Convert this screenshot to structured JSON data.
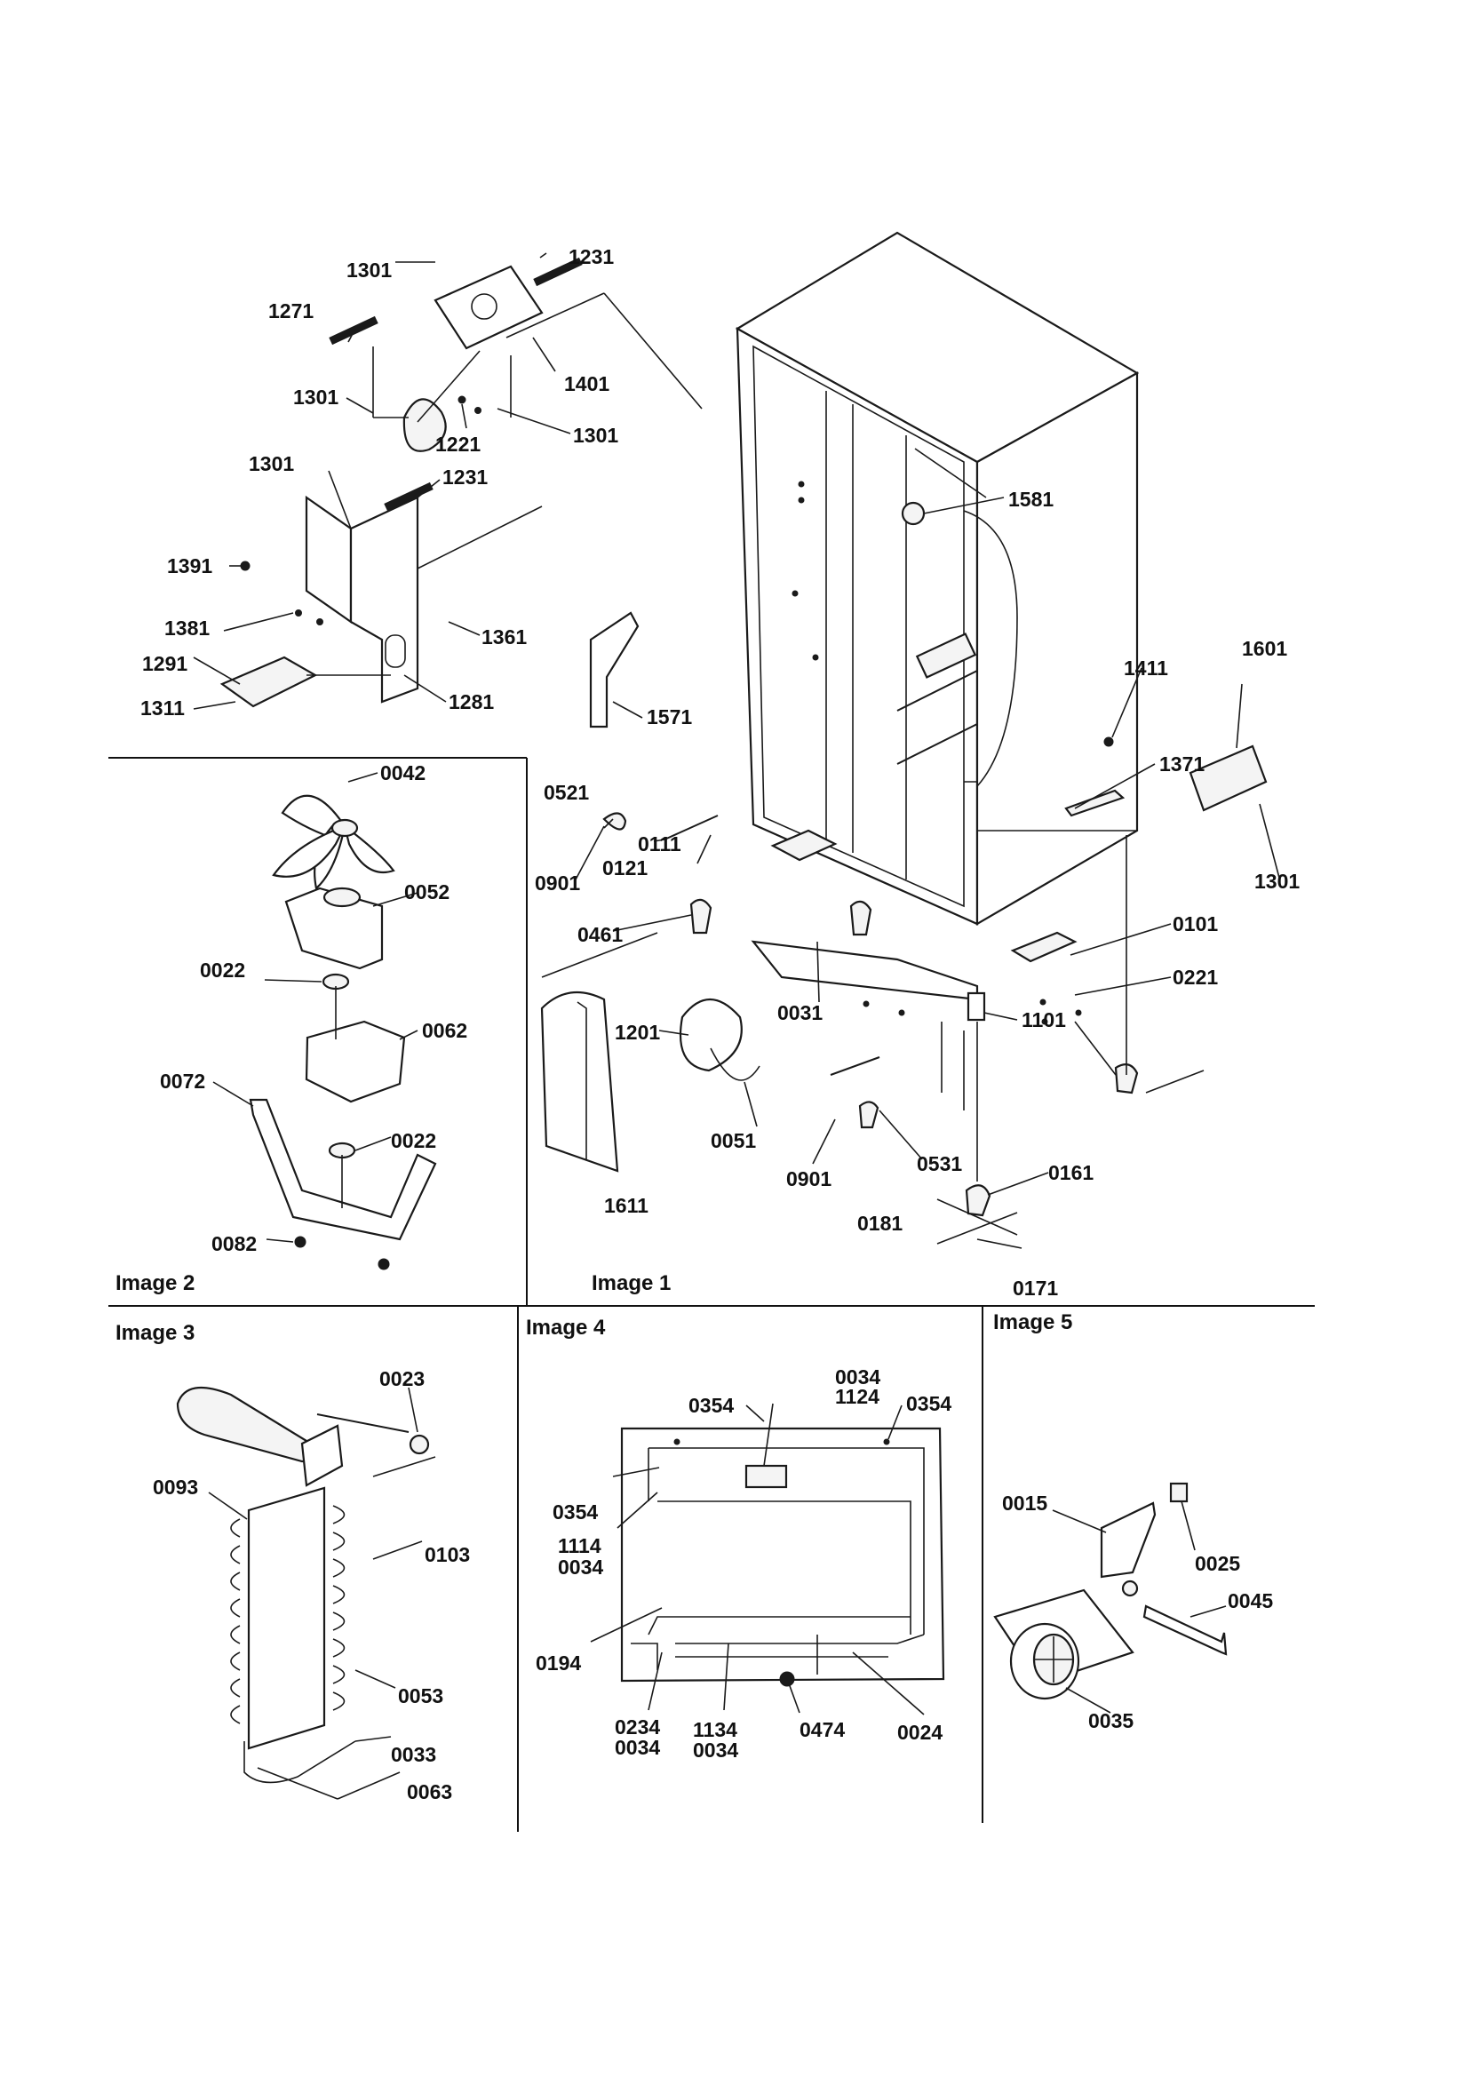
{
  "panels": {
    "image1": "Image 1",
    "image2": "Image 2",
    "image3": "Image 3",
    "image4": "Image 4",
    "image5": "Image 5"
  },
  "labels": {
    "p_1301_a": "1301",
    "p_1231_a": "1231",
    "p_1271": "1271",
    "p_1301_b": "1301",
    "p_1401": "1401",
    "p_1221": "1221",
    "p_1301_c": "1301",
    "p_1301_d": "1301",
    "p_1231_b": "1231",
    "p_1391": "1391",
    "p_1381": "1381",
    "p_1361": "1361",
    "p_1291": "1291",
    "p_1311": "1311",
    "p_1281": "1281",
    "p_1581": "1581",
    "p_1571": "1571",
    "p_1411": "1411",
    "p_1601": "1601",
    "p_1371": "1371",
    "p_1301_e": "1301",
    "p_0521": "0521",
    "p_0111": "0111",
    "p_0121": "0121",
    "p_0901_a": "0901",
    "p_0461": "0461",
    "p_0101": "0101",
    "p_0221": "0221",
    "p_1201": "1201",
    "p_0031": "0031",
    "p_1101": "1101",
    "p_0051": "0051",
    "p_1611": "1611",
    "p_0901_b": "0901",
    "p_0531": "0531",
    "p_0181": "0181",
    "p_0161": "0161",
    "p_0171": "0171",
    "p_0042": "0042",
    "p_0052": "0052",
    "p_0022_a": "0022",
    "p_0062": "0062",
    "p_0072": "0072",
    "p_0022_b": "0022",
    "p_0082": "0082",
    "p_0023": "0023",
    "p_0093": "0093",
    "p_0103": "0103",
    "p_0053": "0053",
    "p_0033": "0033",
    "p_0063": "0063",
    "p_0354_a": "0354",
    "p_0034_a": "0034",
    "p_1124": "1124",
    "p_0354_b": "0354",
    "p_0354_c": "0354",
    "p_1114": "1114",
    "p_0034_b": "0034",
    "p_0194": "0194",
    "p_0234": "0234",
    "p_0034_c": "0034",
    "p_1134": "1134",
    "p_0034_d": "0034",
    "p_0474": "0474",
    "p_0024": "0024",
    "p_0015": "0015",
    "p_0025": "0025",
    "p_0045": "0045",
    "p_0035": "0035"
  }
}
